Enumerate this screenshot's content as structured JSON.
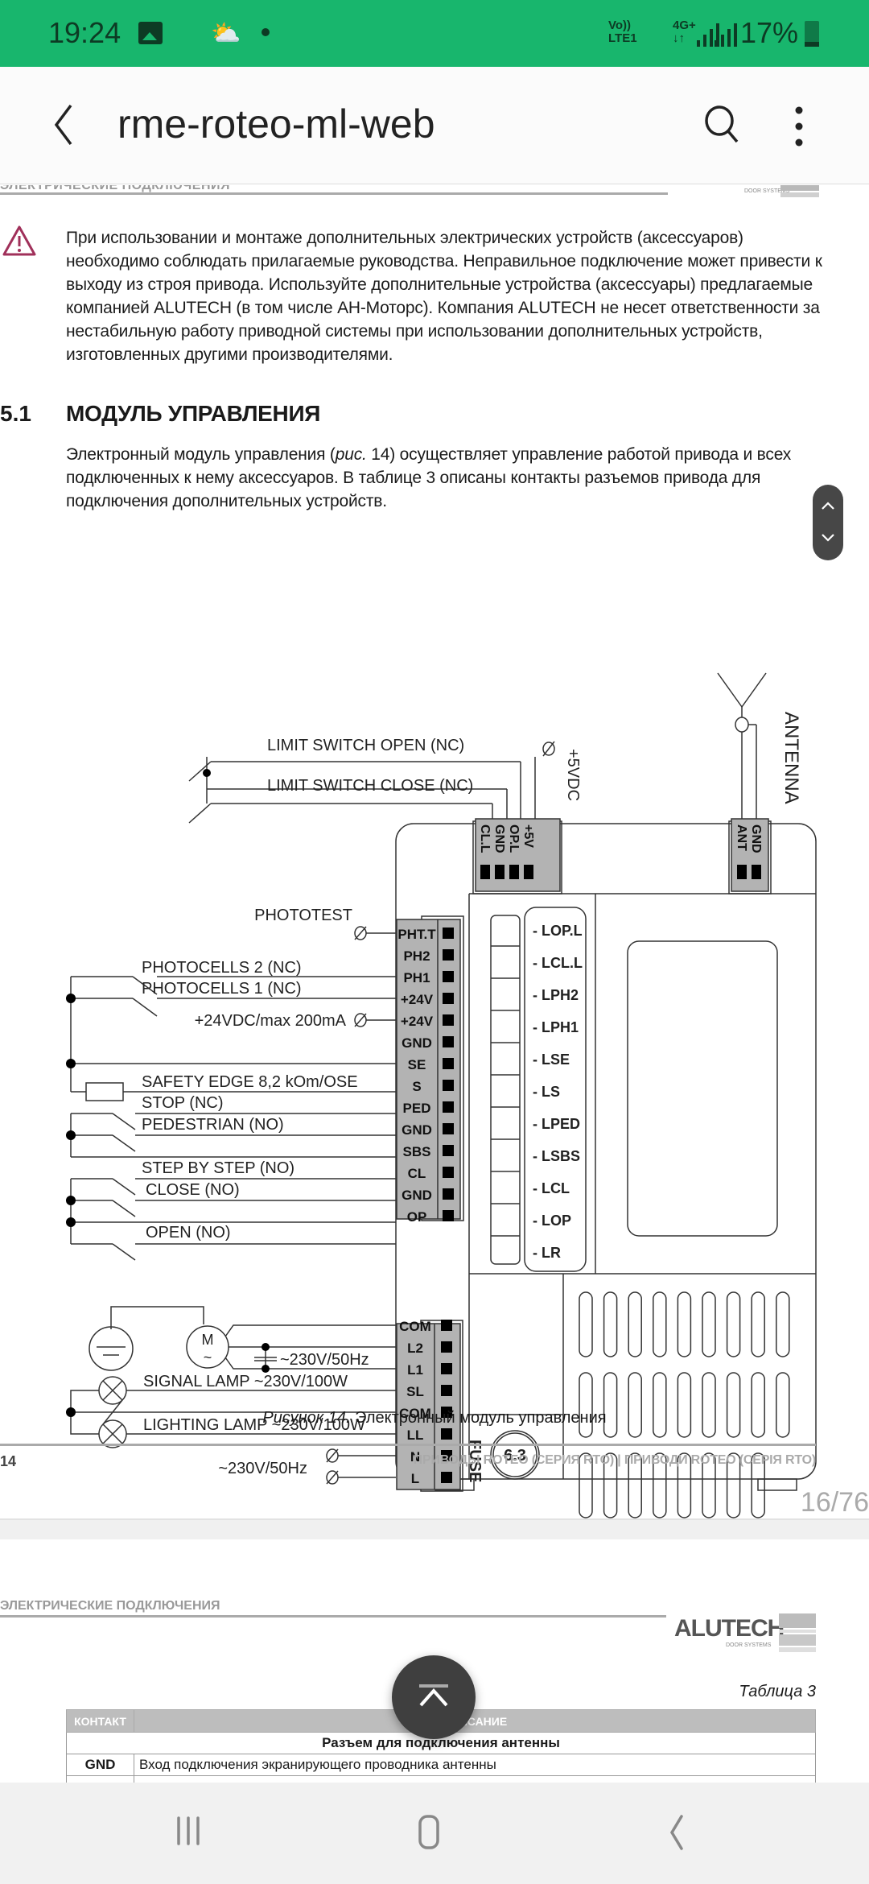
{
  "status_bar": {
    "time": "19:24",
    "icons": [
      "gallery-icon",
      "weather-icon",
      "notification-dot"
    ],
    "volte": [
      "Vo))",
      "LTE1"
    ],
    "network": [
      "4G+",
      "↓↑"
    ],
    "battery": "17%",
    "colors": {
      "background": "#18b66d",
      "foreground": "#0d3b24"
    }
  },
  "app_bar": {
    "title": "rme-roteo-ml-web",
    "back_icon": "back-arrow-icon",
    "search_icon": "search-icon",
    "more_icon": "more-vert-icon"
  },
  "page1": {
    "header_label": "ЭЛЕКТРИЧЕСКИЕ ПОДКЛЮЧЕНИЯ",
    "logo_sub": "DOOR SYSTEMS",
    "warning_text": "При использовании и монтаже дополнительных электрических устройств (аксессуаров) необходимо соблюдать прилагаемые руководства. Неправильное подключение может привести к выходу из строя привода. Используйте дополнительные устройства (аксессуары) предлагаемые компанией ALUTECH (в том числе АН-Моторс). Компания ALUTECH не несет ответственности за нестабильную работу приводной системы при использовании дополнительных устройств, изготовленных другими производителями.",
    "section_number": "5.1",
    "section_title": "МОДУЛЬ УПРАВЛЕНИЯ",
    "intro_before": "Электронный модуль управления (",
    "intro_ref": "рис.",
    "intro_after": " 14) осуществляет управление работой привода и всех подключенных к нему аксессуаров. В таблице 3 описаны контакты разъемов привода для подключения дополнительных устройств.",
    "caption_prefix": "Рисунок 14.",
    "caption_text": " Электронный модуль управления",
    "page_number": "14",
    "footer_series": "ПРИВОДЫ ROTEO (СЕРИЯ RTO) | ПРИВОДИ ROTEO (СЕРІЯ RTO)"
  },
  "diagram": {
    "top_connector": {
      "pins": [
        "CL.L",
        "GND",
        "OP.L",
        "+5V"
      ],
      "labels": {
        "limit_open": "LIMIT SWITCH OPEN (NC)",
        "limit_close": "LIMIT SWITCH CLOSE (NC)",
        "v5": "+5VDC"
      }
    },
    "antenna_connector": {
      "pins": [
        "ANT",
        "GND"
      ],
      "label": "ANTENNA"
    },
    "left_connector_pins": [
      "PHT.T",
      "PH2",
      "PH1",
      "+24V",
      "+24V",
      "GND",
      "SE",
      "S",
      "PED",
      "GND",
      "SBS",
      "CL",
      "GND",
      "OP"
    ],
    "left_labels": {
      "phototest": "PHOTOTEST",
      "photocells2": "PHOTOCELLS 2 (NC)",
      "photocells1": "PHOTOCELLS 1 (NC)",
      "v24": "+24VDC/max 200mA",
      "safety_edge": "SAFETY EDGE 8,2 kOm/OSE",
      "stop": "STOP (NC)",
      "pedestrian": "PEDESTRIAN (NO)",
      "step": "STEP BY STEP (NO)",
      "close": "CLOSE (NO)",
      "open": "OPEN (NO)"
    },
    "led_labels": [
      "- LOP.L",
      "- LCL.L",
      "- LPH2",
      "- LPH1",
      "- LSE",
      "- LS",
      "- LPED",
      "- LSBS",
      "- LCL",
      "- LOP",
      "- LR"
    ],
    "power_connector_pins": [
      "COM",
      "L2",
      "L1",
      "SL",
      "COM",
      "LL",
      "N",
      "L"
    ],
    "power_labels": {
      "motor": "M",
      "motor_ac": "~",
      "motor_supply": "~230V/50Hz",
      "signal_lamp": "SIGNAL LAMP ~230V/100W",
      "lighting_lamp": "LIGHTING LAMP ~230V/100W",
      "mains": "~230V/50Hz"
    },
    "fuse_label": "FUSE",
    "fuse_value": "6.3"
  },
  "viewer": {
    "page_indicator": "16/76"
  },
  "page2": {
    "header_label": "ЭЛЕКТРИЧЕСКИЕ ПОДКЛЮЧЕНИЯ",
    "logo": "ALUTECH",
    "logo_sub": "DOOR SYSTEMS",
    "table_label": "Таблица 3",
    "table": {
      "headers": [
        "КОНТАКТ",
        "ОПИСАНИЕ"
      ],
      "subheader": "Разъем для подключения антенны",
      "rows": [
        {
          "contact": "GND",
          "description": "Вход подключения экранирующего проводника антенны"
        }
      ]
    }
  },
  "nav_bar": {
    "recents": "recents-icon",
    "home": "home-icon",
    "back": "back-icon"
  }
}
